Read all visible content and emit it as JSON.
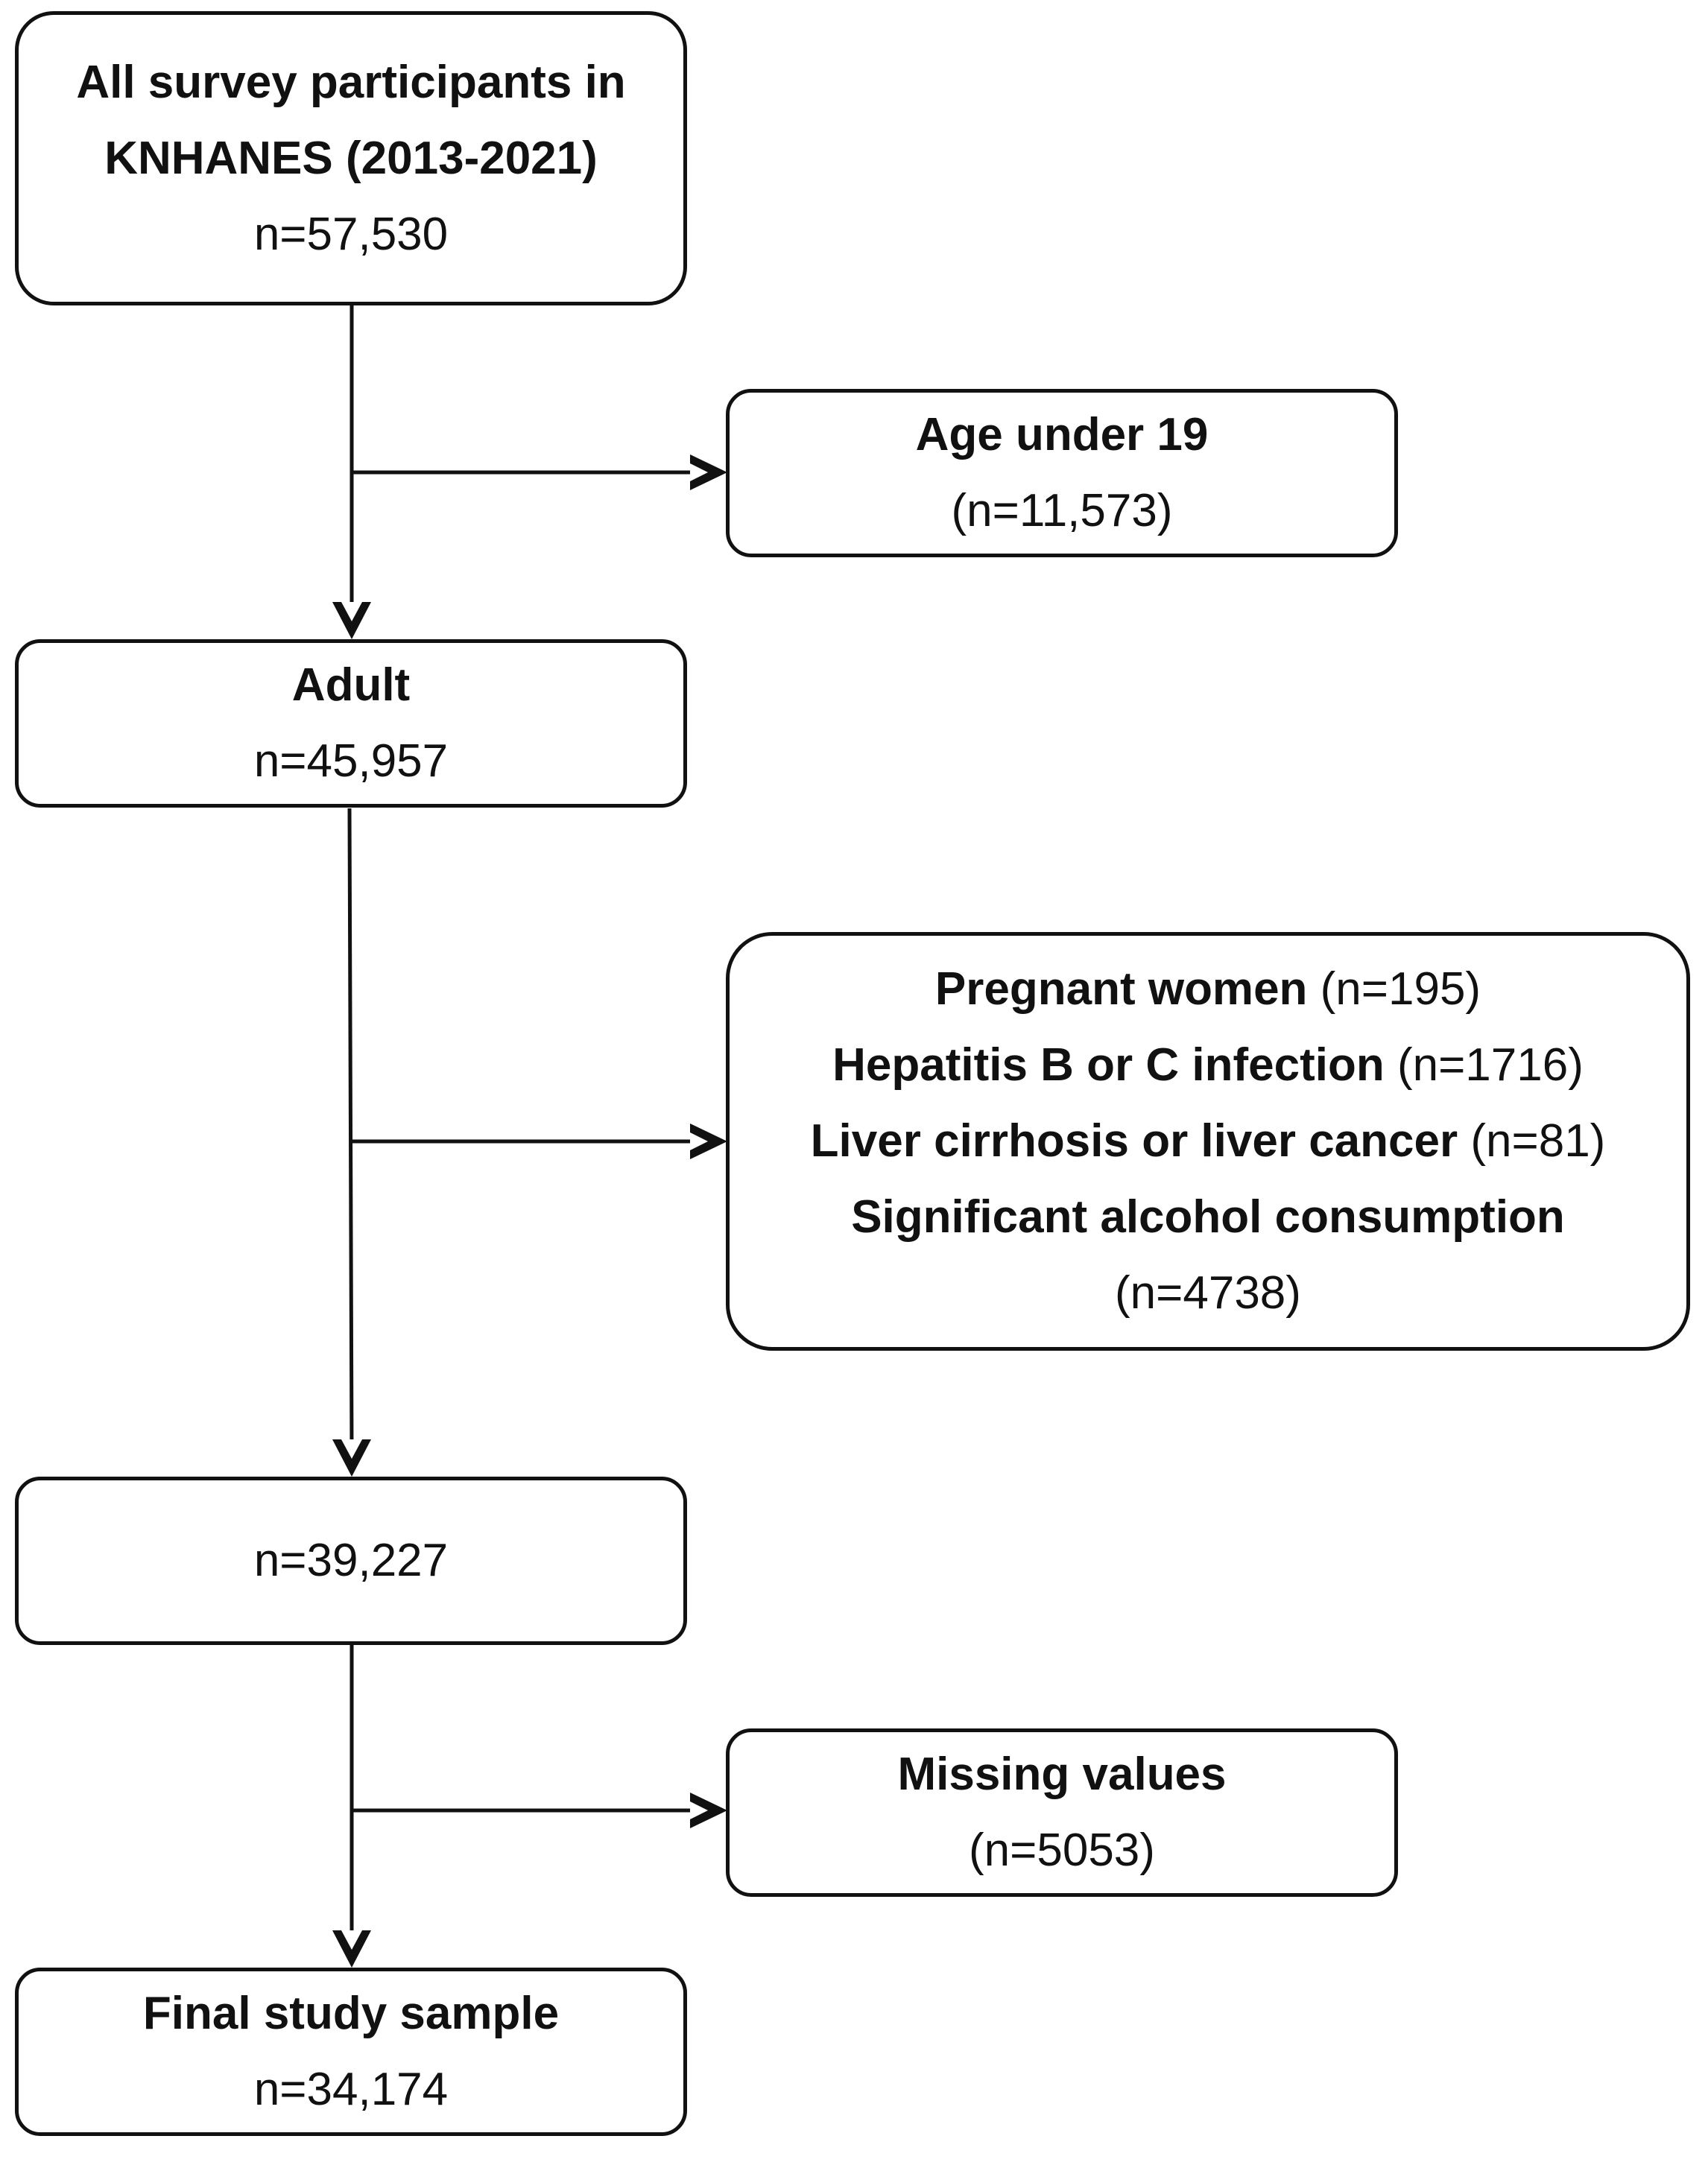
{
  "boxes": {
    "all_participants": {
      "title_line1": "All survey participants in",
      "title_line2": "KNHANES (2013-2021)",
      "count": "n=57,530"
    },
    "age_under_19": {
      "title": "Age under 19",
      "count": "(n=11,573)"
    },
    "adult": {
      "title": "Adult",
      "count": "n=45,957"
    },
    "exclusions": {
      "pregnant_label": "Pregnant women",
      "pregnant_count": "(n=195)",
      "hepatitis_label": "Hepatitis B or C infection",
      "hepatitis_count": "(n=1716)",
      "liver_label": "Liver cirrhosis or liver cancer",
      "liver_count": "(n=81)",
      "alcohol_label": "Significant alcohol consumption",
      "alcohol_count": "(n=4738)"
    },
    "intermediate": {
      "count": "n=39,227"
    },
    "missing_values": {
      "title": "Missing values",
      "count": "(n=5053)"
    },
    "final_sample": {
      "title": "Final study sample",
      "count": "n=34,174"
    }
  },
  "colors": {
    "stroke": "#111111",
    "background": "#ffffff"
  }
}
